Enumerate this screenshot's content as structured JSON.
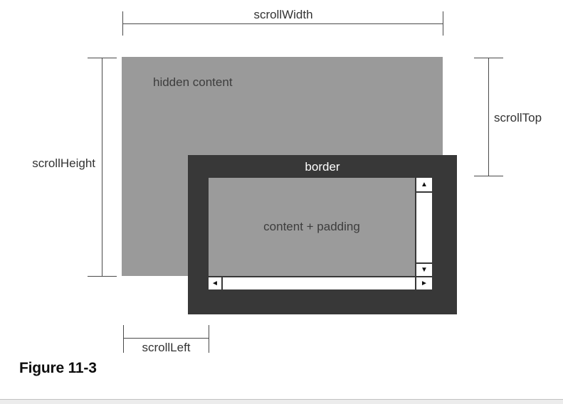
{
  "figure_caption": "Figure 11-3",
  "labels": {
    "scrollWidth": "scrollWidth",
    "scrollHeight": "scrollHeight",
    "scrollTop": "scrollTop",
    "scrollLeft": "scrollLeft",
    "hidden_content": "hidden content",
    "border": "border",
    "content_padding": "content + padding"
  },
  "scrollbar": {
    "up_arrow_icon": "▲",
    "down_arrow_icon": "▼",
    "left_arrow_icon": "◄",
    "right_arrow_icon": "►"
  },
  "colors": {
    "hidden_content_bg": "#9a9a9a",
    "content_bg": "#9b9b9b",
    "border_bg": "#383838",
    "scrollbar_bg": "#ffffff",
    "measure_line": "#4a4a4a",
    "label_text": "#333333",
    "border_label_text": "#ffffff"
  }
}
